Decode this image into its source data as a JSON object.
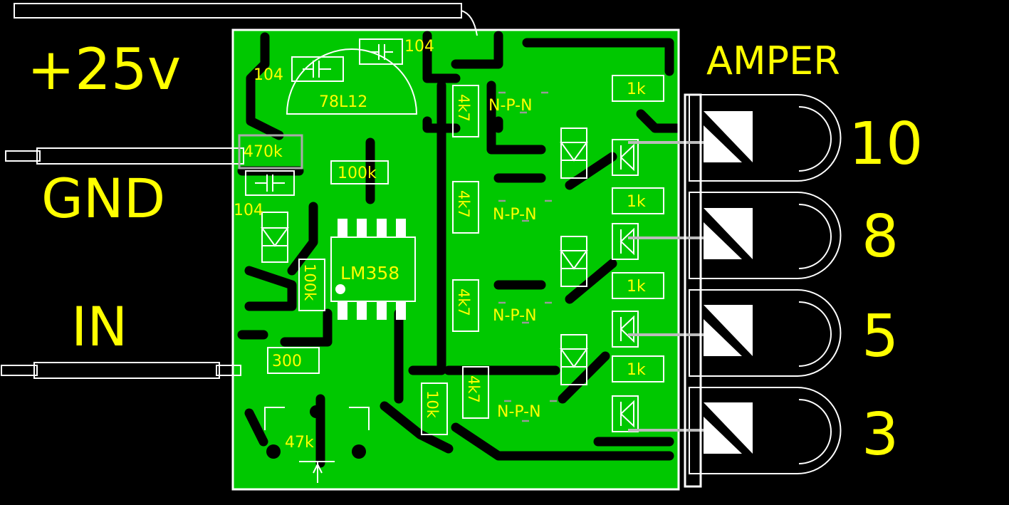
{
  "colors": {
    "background": "#000000",
    "copper": "#00c800",
    "silkscreen": "#ffffff",
    "text": "#ffff00"
  },
  "labels": {
    "supply": "+25v",
    "ground": "GND",
    "input": "IN",
    "meter": "AMPER"
  },
  "led_values": [
    "10",
    "8",
    "5",
    "3"
  ],
  "components": {
    "c_top": "104",
    "c_left": "104",
    "c_bottom": "104",
    "regulator": "78L12",
    "r_470k": "470k",
    "r_100k_h": "100k",
    "r_100k_v": "100k",
    "ic": "LM358",
    "r_300": "300",
    "pot": "47k",
    "r_10k": "10k",
    "r_4k7": [
      "4k7",
      "4k7",
      "4k7",
      "4k7"
    ],
    "transistor": [
      "N-P-N",
      "N-P-N",
      "N-P-N",
      "N-P-N"
    ],
    "r_1k": [
      "1k",
      "1k",
      "1k",
      "1k"
    ]
  }
}
